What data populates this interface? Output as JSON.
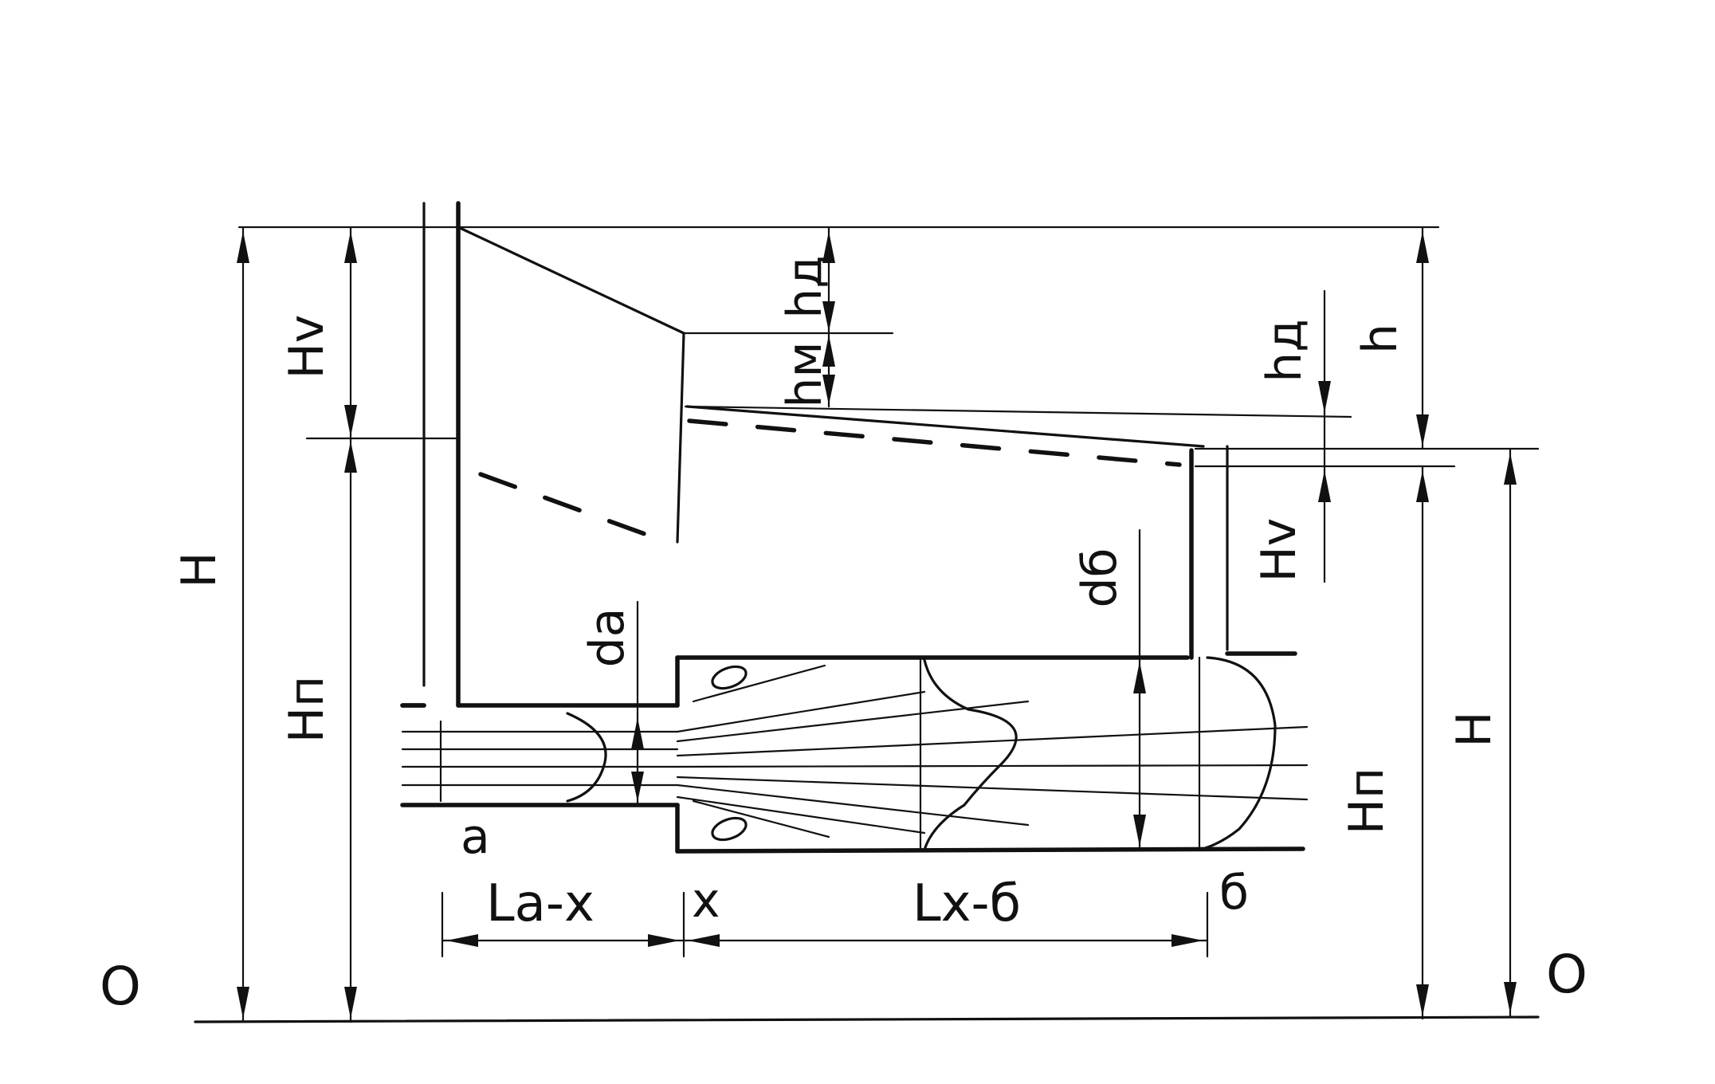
{
  "labels": {
    "H": "H",
    "Hv": "Hv",
    "Hp": "Hп",
    "hd": "hд",
    "hm": "hм",
    "h": "h",
    "da": "da",
    "db": "dб",
    "a": "a",
    "x": "x",
    "b": "б",
    "La_x": "La-x",
    "Lx_b": "Lx-б",
    "zero": "O"
  }
}
